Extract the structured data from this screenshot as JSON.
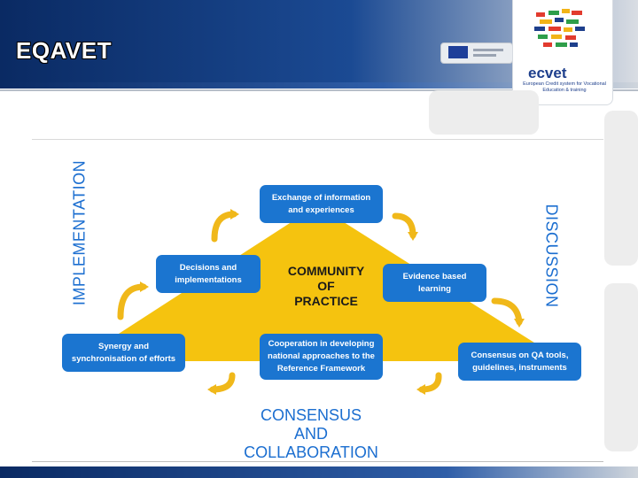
{
  "header": {
    "title": "EQAVET"
  },
  "ecvet_logo": {
    "name": "ecvet",
    "tagline": "European Credit system for Vocational Education & training"
  },
  "diagram": {
    "center_label": "COMMUNITY\nOF\nPRACTICE",
    "side_labels": {
      "left": "IMPLEMENTATION",
      "right": "DISCUSSION",
      "bottom": "CONSENSUS\nAND\nCOLLABORATION"
    },
    "boxes": {
      "top": "Exchange of information\nand experiences",
      "mid_left": "Decisions and\nimplementations",
      "mid_right": "Evidence based\nlearning",
      "bottom_left": "Synergy and\nsynchronisation of efforts",
      "bottom_center": "Cooperation in developing\nnational approaches to the\nReference Framework",
      "bottom_right": "Consensus on QA tools,\nguidelines, instruments"
    },
    "colors": {
      "triangle": "#f5c30f",
      "box": "#1b75d0",
      "arrow": "#f0b81a",
      "side_text": "#1b6ed0"
    }
  }
}
